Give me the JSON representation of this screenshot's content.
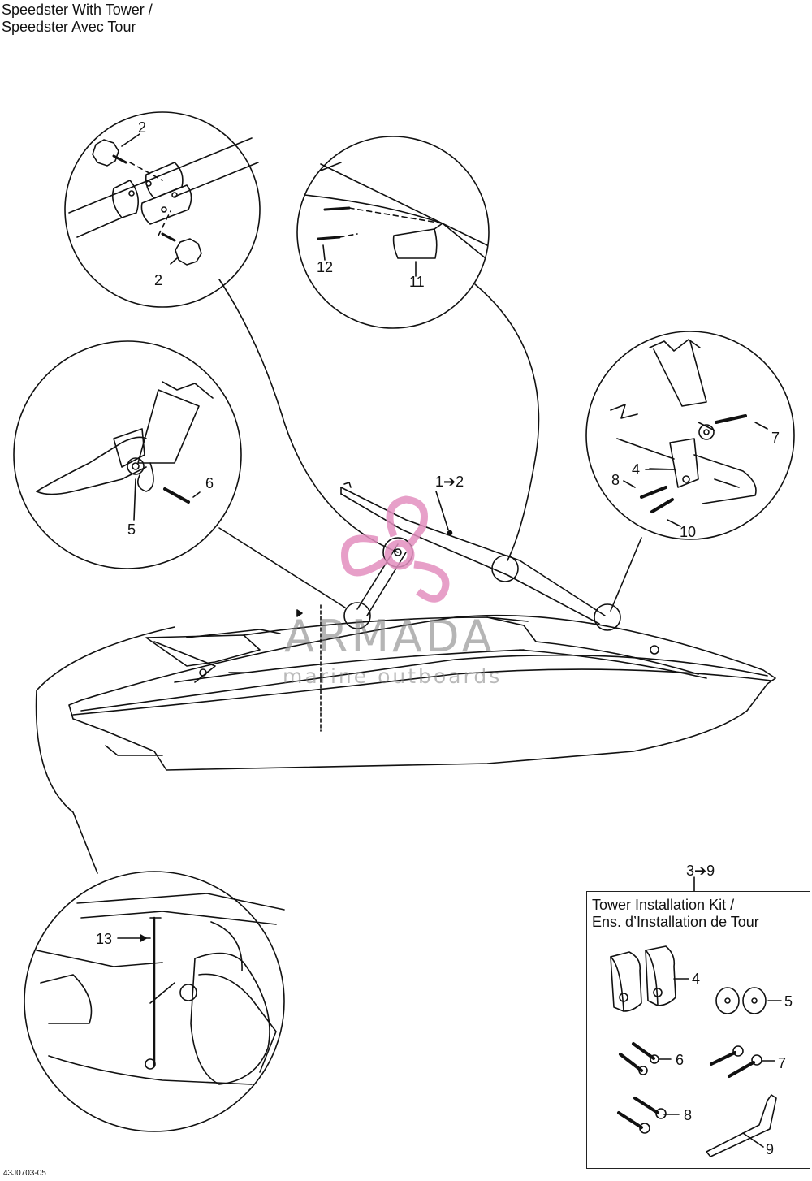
{
  "title": {
    "line1": "Speedster With Tower /",
    "line2": "Speedster Avec Tour"
  },
  "callouts": {
    "c2a": "2",
    "c2b": "2",
    "c12": "12",
    "c11": "11",
    "c6": "6",
    "c5": "5",
    "c7": "7",
    "c4": "4",
    "c8": "8",
    "c10": "10",
    "c1to2": "1➔2",
    "c13": "13"
  },
  "kit": {
    "ref": "3➔9",
    "title_line1": "Tower Installation Kit /",
    "title_line2": "Ens. d’Installation de Tour",
    "items": {
      "k4": "4",
      "k5": "5",
      "k6": "6",
      "k7": "7",
      "k8": "8",
      "k9": "9"
    }
  },
  "watermark": {
    "name": "ARMADA",
    "subtitle": "marine outboards",
    "color": "#e38fbf"
  },
  "footer": {
    "code": "43J0703-05"
  }
}
